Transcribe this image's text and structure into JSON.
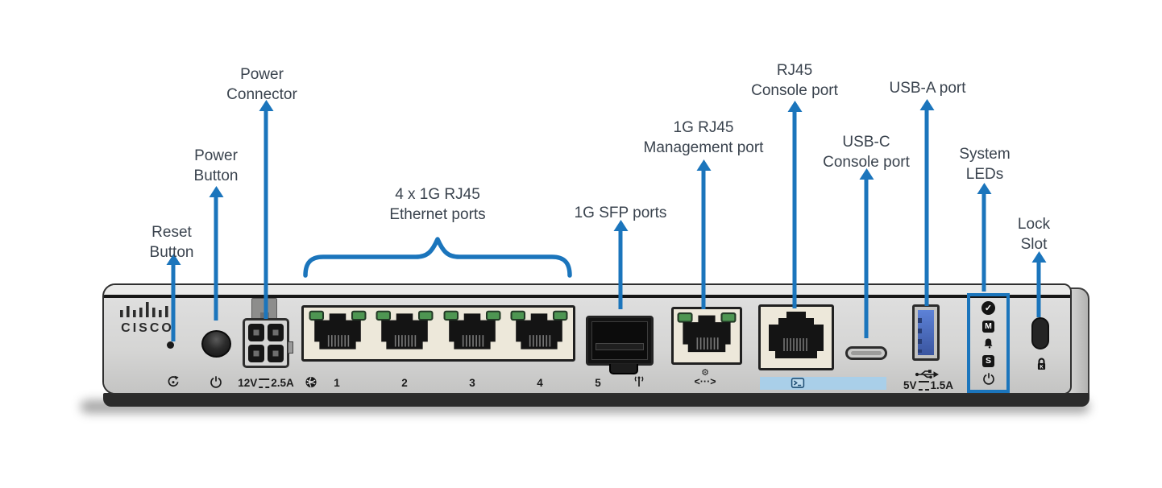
{
  "title": "Cisco appliance front panel diagram",
  "colors": {
    "accent_blue": "#1b75bc",
    "label_text": "#3a434e",
    "console_highlight": "#a9cfe9",
    "usb_blue": "#4a6fc6",
    "led_green": "#4e9652",
    "chassis_face": "#d5d5d4",
    "bezel_cream": "#ede8da"
  },
  "callouts": {
    "reset_button": {
      "lines": [
        "Reset",
        "Button"
      ]
    },
    "power_button": {
      "lines": [
        "Power",
        "Button"
      ]
    },
    "power_connector": {
      "lines": [
        "Power",
        "Connector"
      ]
    },
    "ethernet_ports": {
      "lines": [
        "4 x 1G RJ45",
        "Ethernet ports"
      ]
    },
    "sfp_ports": {
      "lines": [
        "1G SFP ports"
      ]
    },
    "management_port": {
      "lines": [
        "1G RJ45",
        "Management port"
      ]
    },
    "rj45_console_port": {
      "lines": [
        "RJ45",
        "Console port"
      ]
    },
    "usbc_console_port": {
      "lines": [
        "USB-C",
        "Console port"
      ]
    },
    "usba_port": {
      "lines": [
        "USB-A port"
      ]
    },
    "system_leds": {
      "lines": [
        "System",
        "LEDs"
      ]
    },
    "lock_slot": {
      "lines": [
        "Lock",
        "Slot"
      ]
    }
  },
  "device": {
    "brand": "CISCO",
    "port_numbers": [
      "1",
      "2",
      "3",
      "4",
      "5"
    ],
    "power_rating": {
      "voltage": "12V",
      "current": "2.5A"
    },
    "usb_rating": {
      "voltage": "5V",
      "current": "1.5A"
    },
    "mgmt_gear_glyph": "⚙",
    "mgmt_bracket_glyph": "<···>",
    "leds": {
      "check": "✓",
      "m": "M",
      "s": "S"
    }
  },
  "icons": {
    "reset": "circular-arrow-icon",
    "power": "power-symbol-icon",
    "dc": "dc-current-icon",
    "wan": "globe-icon",
    "wireless": "antenna-icon",
    "management": "gear-icon",
    "console": "terminal-icon",
    "usb": "usb-trident-icon",
    "led_ok": "check-circle-icon",
    "led_alert": "bell-icon",
    "led_power": "power-symbol-icon",
    "kensington": "kensington-lock-icon"
  }
}
